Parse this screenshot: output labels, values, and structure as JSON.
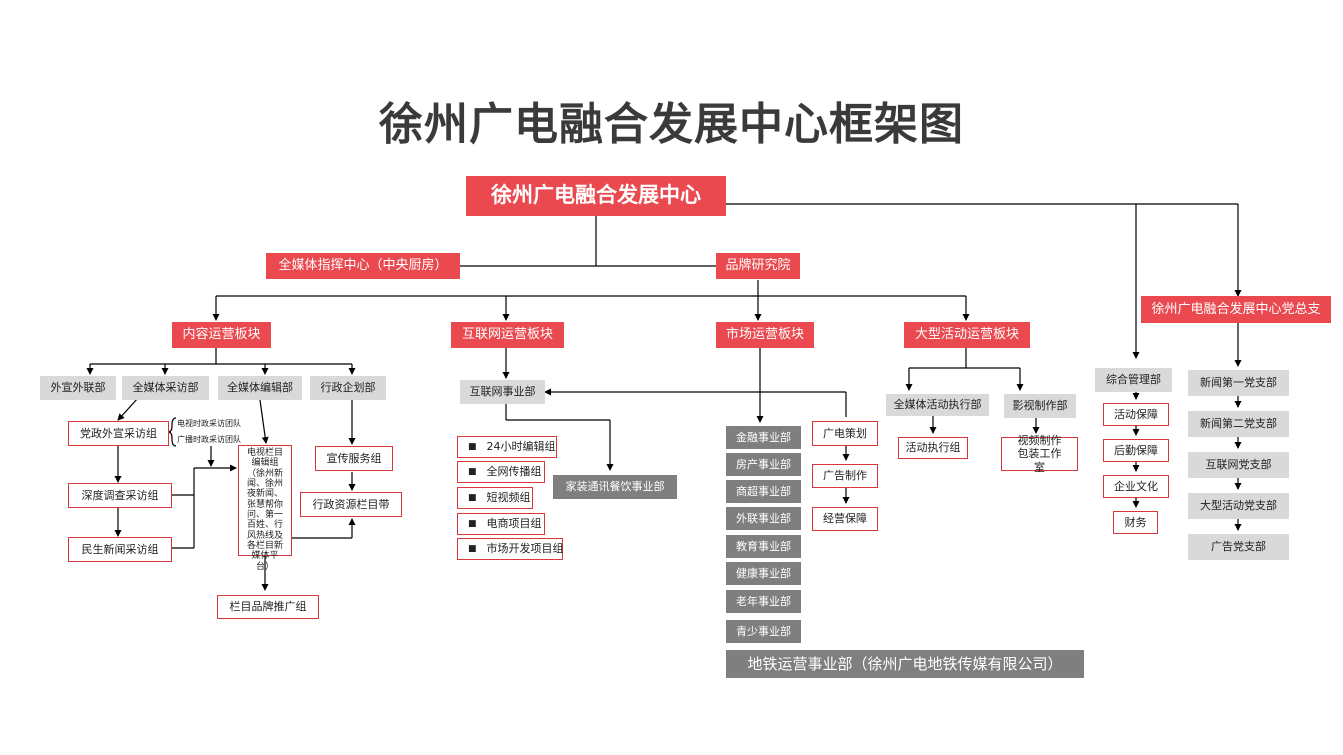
{
  "title": "徐州广电融合发展中心框架图",
  "root": "徐州广电融合发展中心",
  "level2": {
    "command": "全媒体指挥中心（中央厨房）",
    "brand": "品牌研究院",
    "party": "徐州广电融合发展中心党总支"
  },
  "sectors": {
    "content": "内容运营板块",
    "internet": "互联网运营板块",
    "market": "市场运营板块",
    "events": "大型活动运营板块"
  },
  "content": {
    "dept_foreign": "外宣外联部",
    "dept_interview": "全媒体采访部",
    "dept_editing": "全媒体编辑部",
    "dept_planning": "行政企划部",
    "group_party": "党政外宣采访组",
    "group_deep": "深度调查采访组",
    "group_livelihood": "民生新闻采访组",
    "note_tv": "电视时政采访团队",
    "note_radio": "广播时政采访团队",
    "editing_group": "电视栏目编辑组（徐州新闻、徐州夜新闻、张慧帮你问、第一百姓、行风热线及各栏目新媒体平台）",
    "column_promo": "栏目品牌推广组",
    "propaganda": "宣传服务组",
    "admin_column": "行政资源栏目带"
  },
  "internet": {
    "dept": "互联网事业部",
    "groups": [
      "24小时编辑组",
      "全网传播组",
      "短视频组",
      "电商项目组",
      "市场开发项目组"
    ],
    "home": "家装通讯餐饮事业部"
  },
  "market": {
    "depts": [
      "金融事业部",
      "房产事业部",
      "商超事业部",
      "外联事业部",
      "教育事业部",
      "健康事业部",
      "老年事业部",
      "青少事业部"
    ],
    "chain": [
      "广电策划",
      "广告制作",
      "经营保障"
    ],
    "metro": "地铁运营事业部（徐州广电地铁传媒有限公司）"
  },
  "events": {
    "exec": "全媒体活动执行部",
    "exec_group": "活动执行组",
    "film": "影视制作部",
    "film_studio": "视频制作包装工作室"
  },
  "admin": {
    "dept": "综合管理部",
    "items": [
      "活动保障",
      "后勤保障",
      "企业文化",
      "财务"
    ]
  },
  "party": {
    "branches": [
      "新闻第一党支部",
      "新闻第二党支部",
      "互联网党支部",
      "大型活动党支部",
      "广告党支部"
    ]
  },
  "colors": {
    "accent_red": "#e9494f",
    "border_red": "#d9363e",
    "gray": "#d9d9d9",
    "dark_gray": "#7f7f7f"
  }
}
